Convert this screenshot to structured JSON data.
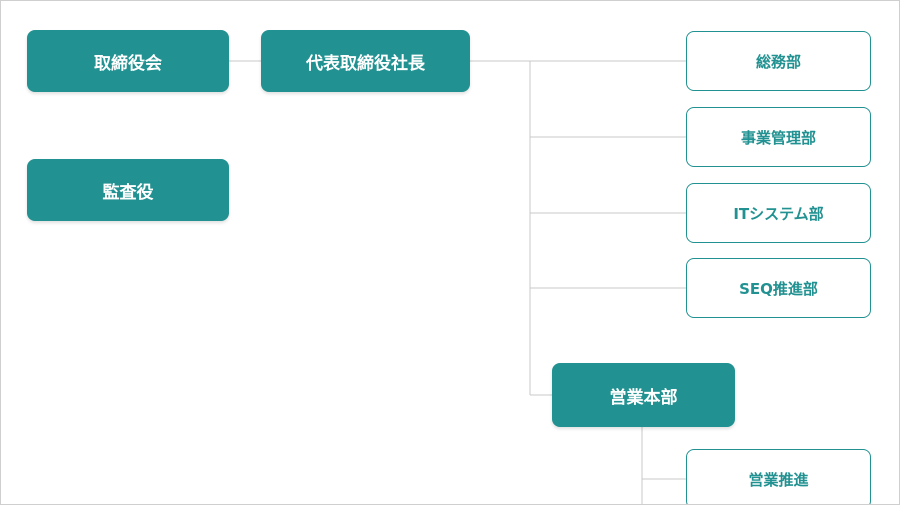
{
  "org_chart": {
    "board": "取締役会",
    "ceo": "代表取締役社長",
    "auditor": "監査役",
    "departments": [
      "総務部",
      "事業管理部",
      "ITシステム部",
      "SEQ推進部"
    ],
    "sales_division": "営業本部",
    "sales_units": [
      "営業推進"
    ]
  },
  "colors": {
    "primary": "#229191",
    "connector": "#c8c8c8",
    "frame_border": "#cfcfcf"
  }
}
